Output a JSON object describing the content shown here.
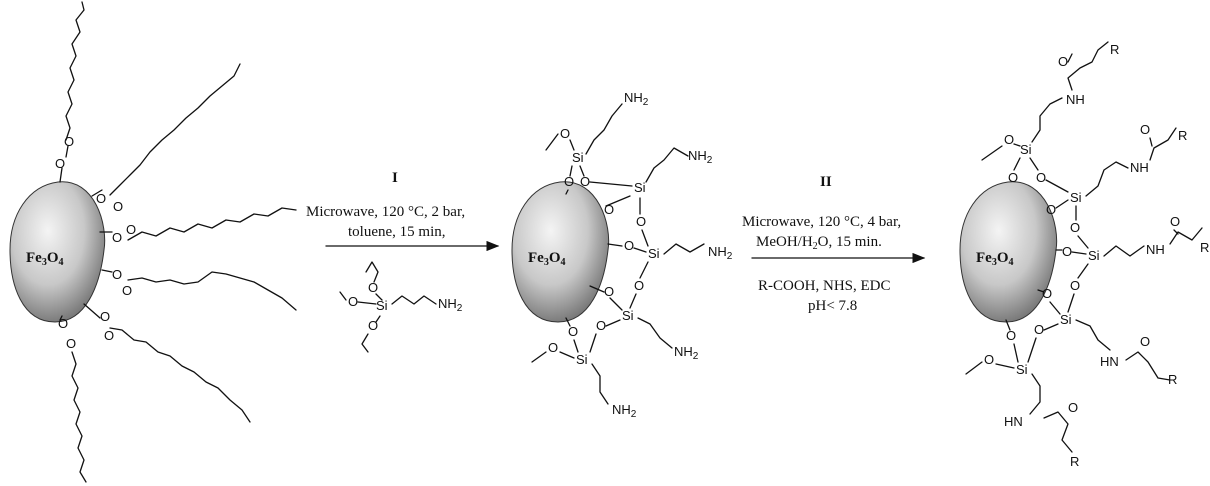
{
  "particle": {
    "label_main": "Fe",
    "label_sub1": "3",
    "label_mid": "O",
    "label_sub2": "4"
  },
  "atoms": {
    "O": "O",
    "Si": "Si",
    "NH2": "NH",
    "NH2_sub": "2",
    "NH": "NH",
    "HN": "HN",
    "R": "R"
  },
  "step1": {
    "numeral": "I",
    "line1": "Microwave, 120 °C, 2 bar,",
    "line2": "toluene, 15 min,"
  },
  "step2": {
    "numeral": "II",
    "line1": "Microwave, 120 °C, 4 bar,",
    "line2_a": "MeOH/H",
    "line2_sub": "2",
    "line2_b": "O, 15 min.",
    "line3": "R-COOH, NHS, EDC",
    "line4": "pH< 7.8"
  },
  "colors": {
    "particle_light": "#f2f2f2",
    "particle_dark": "#7a7a7a",
    "ink": "#111111"
  }
}
